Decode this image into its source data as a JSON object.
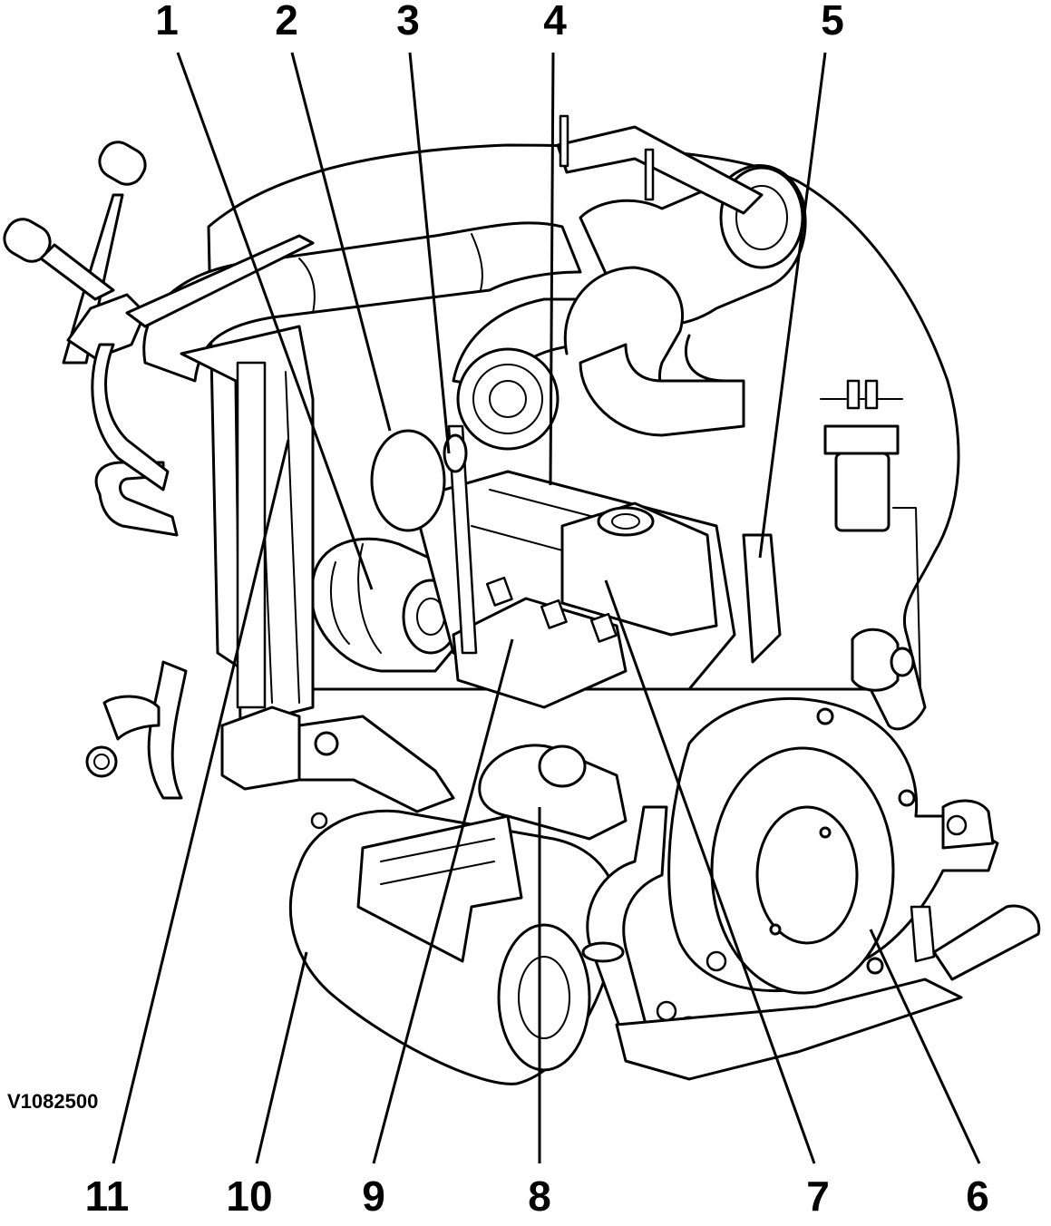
{
  "figure": {
    "reference_code": "V1082500",
    "callouts": [
      {
        "number": "1"
      },
      {
        "number": "2"
      },
      {
        "number": "3"
      },
      {
        "number": "4"
      },
      {
        "number": "5"
      },
      {
        "number": "6"
      },
      {
        "number": "7"
      },
      {
        "number": "8"
      },
      {
        "number": "9"
      },
      {
        "number": "10"
      },
      {
        "number": "11"
      }
    ]
  }
}
